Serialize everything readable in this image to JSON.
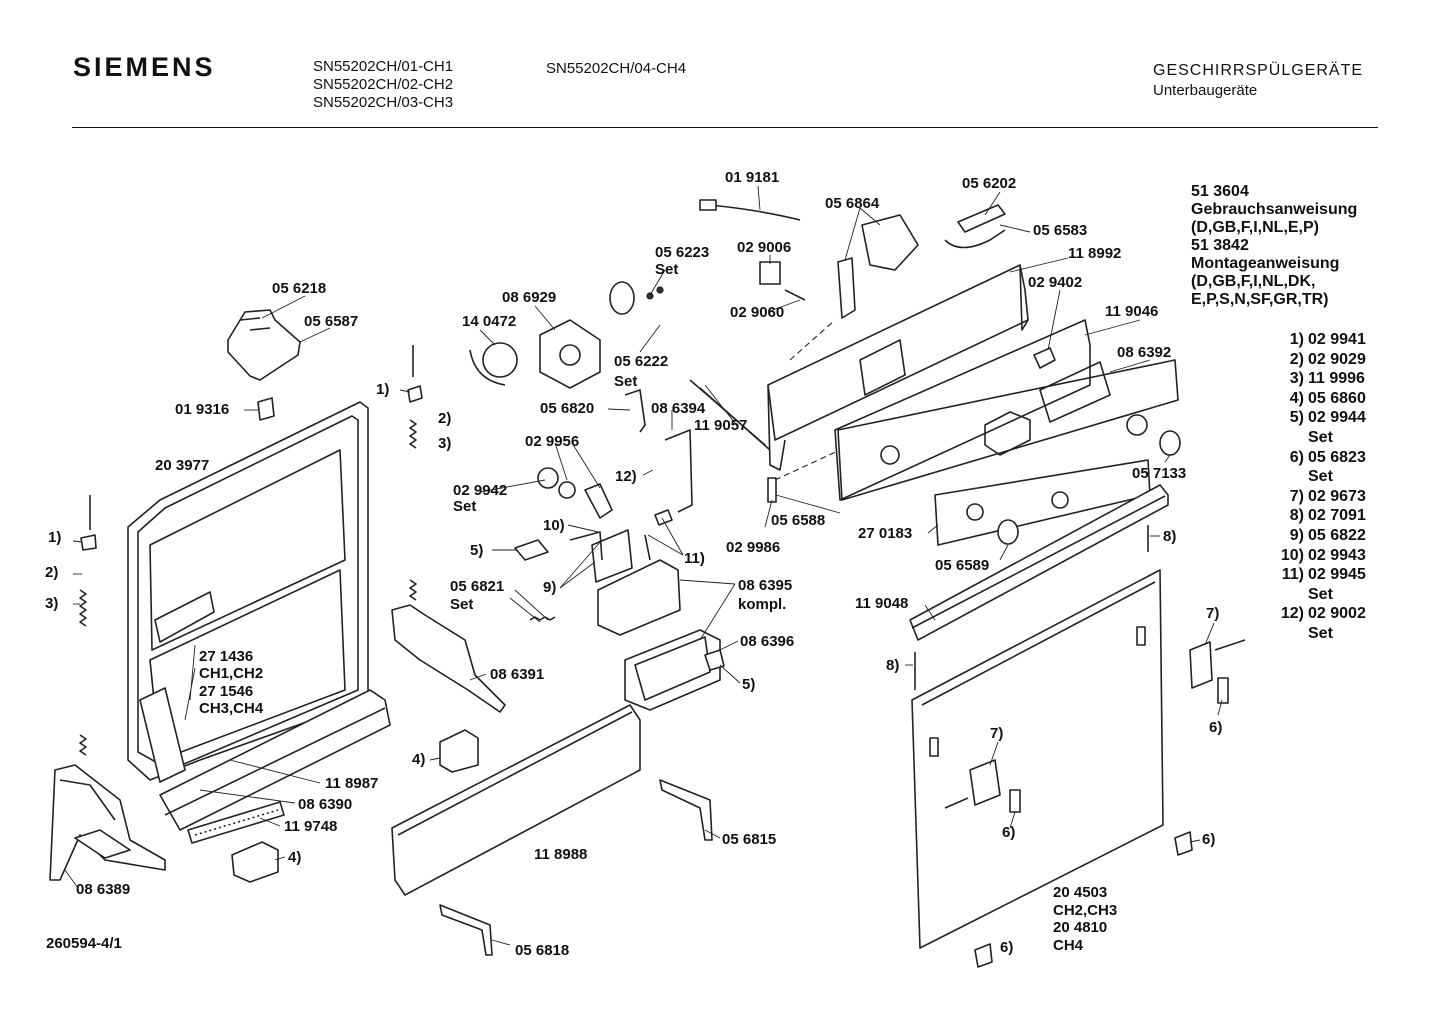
{
  "header": {
    "brand": "SIEMENS",
    "models": [
      "SN55202CH/01-CH1",
      "SN55202CH/02-CH2",
      "SN55202CH/03-CH3"
    ],
    "model_extra": "SN55202CH/04-CH4",
    "category_title": "GESCHIRRSPÜLGERÄTE",
    "category_subtitle": "Unterbaugeräte"
  },
  "documents": [
    "51 3604",
    "Gebrauchsanweisung",
    "(D,GB,F,I,NL,E,P)",
    "51 3842",
    "Montageanweisung",
    "(D,GB,F,I,NL,DK,",
    "E,P,S,N,SF,GR,TR)"
  ],
  "reference_list": [
    {
      "key": "1)",
      "part": "02 9941",
      "note": ""
    },
    {
      "key": "2)",
      "part": "02 9029",
      "note": ""
    },
    {
      "key": "3)",
      "part": "11 9996",
      "note": ""
    },
    {
      "key": "4)",
      "part": "05 6860",
      "note": ""
    },
    {
      "key": "5)",
      "part": "02 9944",
      "note": "Set"
    },
    {
      "key": "6)",
      "part": "05 6823",
      "note": "Set"
    },
    {
      "key": "7)",
      "part": "02 9673",
      "note": ""
    },
    {
      "key": "8)",
      "part": "02 7091",
      "note": ""
    },
    {
      "key": "9)",
      "part": "05 6822",
      "note": ""
    },
    {
      "key": "10)",
      "part": "02 9943",
      "note": ""
    },
    {
      "key": "11)",
      "part": "02 9945",
      "note": "Set"
    },
    {
      "key": "12)",
      "part": "02 9002",
      "note": "Set"
    }
  ],
  "diagram_labels": [
    "01 9181",
    "05 6202",
    "05 6864",
    "05 6583",
    "11 8992",
    "05 6223",
    "Set",
    "02 9006",
    "08 6929",
    "02 9060",
    "02 9402",
    "05 6218",
    "05 6587",
    "14 0472",
    "05 6222",
    "Set",
    "11 9046",
    "08 6392",
    "1)",
    "2)",
    "3)",
    "01 9316",
    "05 6820",
    "08 6394",
    "11 9057",
    "02 9956",
    "20 3977",
    "12)",
    "05 7133",
    "02 9942",
    "Set",
    "05 6588",
    "1)",
    "10)",
    "2)",
    "3)",
    "5)",
    "9)",
    "11)",
    "02 9986",
    "27 0183",
    "8)",
    "05 6821",
    "Set",
    "08 6395",
    "kompl.",
    "05 6589",
    "11 9048",
    "08 6396",
    "7)",
    "27 1436",
    "CH1,CH2",
    "27 1546",
    "CH3,CH4",
    "08 6391",
    "8)",
    "5)",
    "6)",
    "4)",
    "7)",
    "11 8987",
    "08 6390",
    "11 9748",
    "05 6815",
    "6)",
    "4)",
    "11 8988",
    "6)",
    "08 6389",
    "20 4503",
    "CH2,CH3",
    "20 4810",
    "CH4",
    "6)",
    "05 6818"
  ],
  "footer": {
    "drawing_code": "260594-4/1"
  }
}
